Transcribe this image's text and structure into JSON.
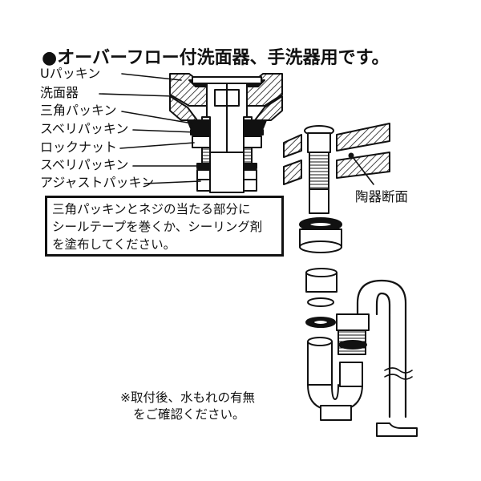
{
  "title": "●オーバーフロー付洗面器、手洗器用です。",
  "labels": [
    "Uパッキン",
    "洗面器",
    "三角パッキン",
    "スベリパッキン",
    "ロックナット",
    "スベリパッキン",
    "アジャストパッキン"
  ],
  "note": {
    "lines": [
      "三角パッキンとネジの当たる部分に",
      "シールテープを巻くか、シーリング剤",
      "を塗布してください。"
    ]
  },
  "ceramic_label": "陶器断面",
  "check_note": [
    "※取付後、水もれの有無",
    "をご確認ください。"
  ]
}
